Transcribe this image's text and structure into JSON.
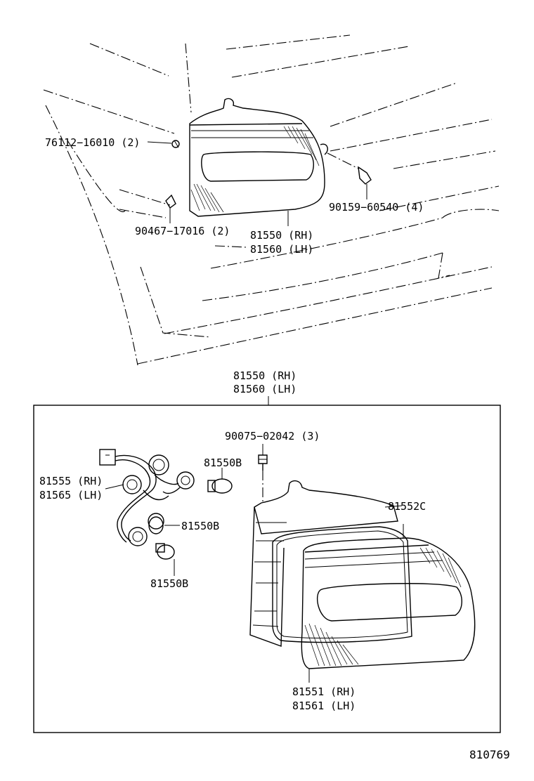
{
  "callouts": {
    "clip_76112": "76112−16010 (2)",
    "clip_90467": "90467−17016 (2)",
    "screw_90159": "90159−60540 (4)",
    "lamp_assy_rh_top": "81550 (RH)",
    "lamp_assy_lh_top": "81560 (LH)",
    "lamp_assy_rh_box": "81550 (RH)",
    "lamp_assy_lh_box": "81560 (LH)",
    "screw_90075": "90075−02042 (3)",
    "bulb_1": "81550B",
    "bulb_2": "81550B",
    "bulb_3": "81550B",
    "socket_rh": "81555 (RH)",
    "socket_lh": "81565 (LH)",
    "gasket": "81552C",
    "lens_rh": "81551 (RH)",
    "lens_lh": "81561 (LH)"
  },
  "reference_number": "810769"
}
